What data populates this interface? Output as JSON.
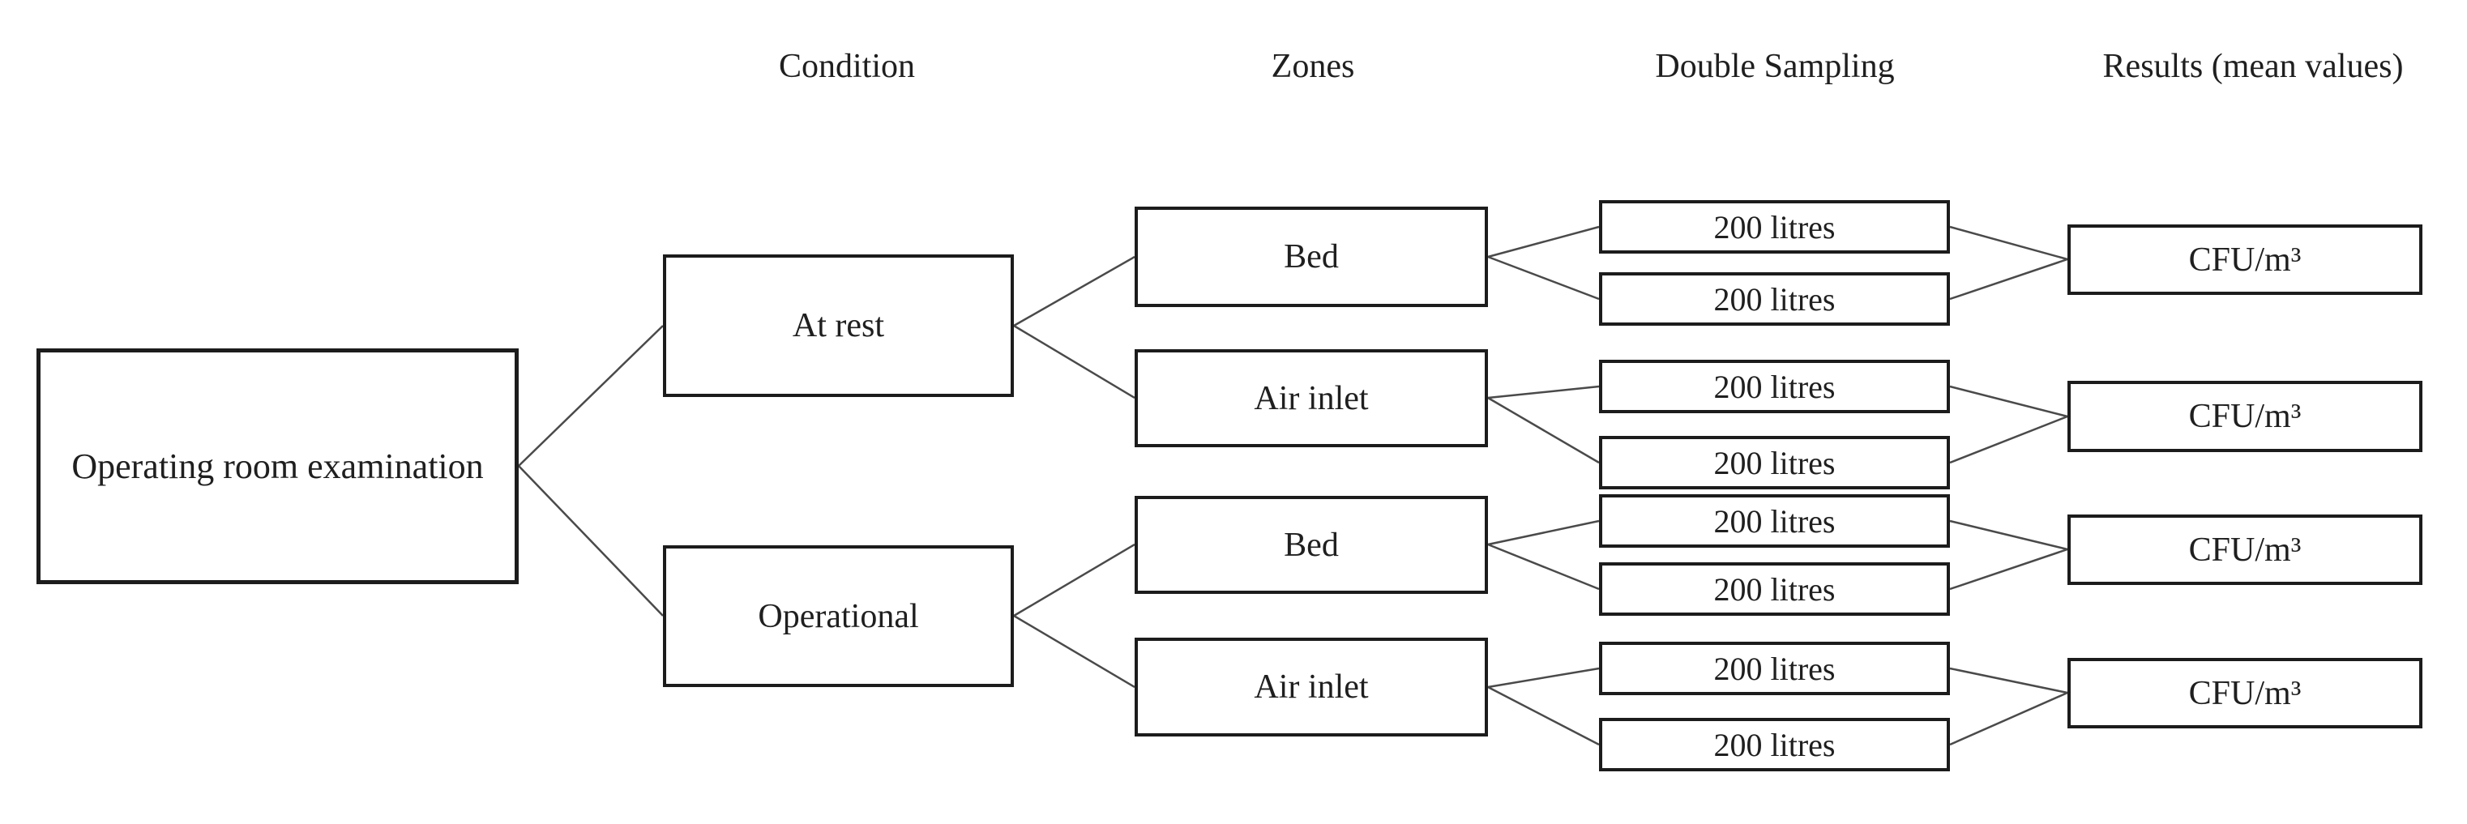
{
  "diagram": {
    "title_hint": "Operating room examination sampling tree",
    "colors": {
      "background": "#ffffff",
      "box_border": "#1c1c1c",
      "connector_line": "#4a4a4a",
      "text": "#1f1f1f"
    },
    "headers": {
      "condition": "Condition",
      "zones": "Zones",
      "double_sampling": "Double Sampling",
      "results": "Results (mean values)"
    },
    "root": {
      "label": "Operating room examination"
    },
    "conditions": [
      {
        "label": "At rest"
      },
      {
        "label": "Operational"
      }
    ],
    "zones": [
      {
        "label": "Bed"
      },
      {
        "label": "Air inlet"
      },
      {
        "label": "Bed"
      },
      {
        "label": "Air inlet"
      }
    ],
    "samples": [
      {
        "label": "200 litres"
      },
      {
        "label": "200 litres"
      },
      {
        "label": "200 litres"
      },
      {
        "label": "200 litres"
      },
      {
        "label": "200 litres"
      },
      {
        "label": "200 litres"
      },
      {
        "label": "200 litres"
      },
      {
        "label": "200 litres"
      }
    ],
    "results": [
      {
        "label": "CFU/m³"
      },
      {
        "label": "CFU/m³"
      },
      {
        "label": "CFU/m³"
      },
      {
        "label": "CFU/m³"
      }
    ]
  }
}
